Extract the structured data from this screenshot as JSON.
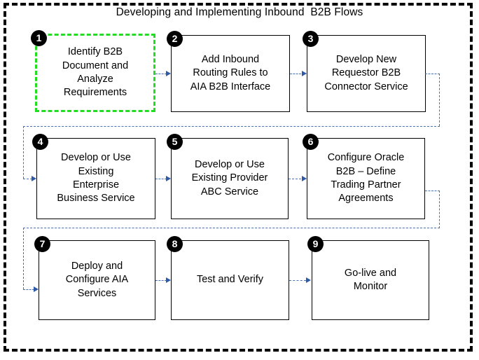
{
  "diagram": {
    "title": "Developing and Implementing Inbound  B2B Flows",
    "type": "flowchart",
    "colors": {
      "frame": "#000000",
      "box_border": "#000000",
      "highlight_border": "#22dd22",
      "connector": "#4a6fb0",
      "badge_fill": "#000000",
      "badge_text": "#ffffff",
      "background": "#ffffff"
    },
    "steps": [
      {
        "number": "1",
        "label": "Identify B2B\nDocument and\nAnalyze\nRequirements",
        "highlighted": true
      },
      {
        "number": "2",
        "label": "Add Inbound\nRouting Rules to\nAIA B2B Interface",
        "highlighted": false
      },
      {
        "number": "3",
        "label": "Develop New\nRequestor B2B\nConnector Service",
        "highlighted": false
      },
      {
        "number": "4",
        "label": "Develop or Use\nExisting\nEnterprise\nBusiness Service",
        "highlighted": false
      },
      {
        "number": "5",
        "label": "Develop or Use\nExisting Provider\nABC Service",
        "highlighted": false
      },
      {
        "number": "6",
        "label": "Configure Oracle\nB2B – Define\nTrading Partner\nAgreements",
        "highlighted": false
      },
      {
        "number": "7",
        "label": "Deploy and\nConfigure AIA\nServices",
        "highlighted": false
      },
      {
        "number": "8",
        "label": "Test and Verify",
        "highlighted": false
      },
      {
        "number": "9",
        "label": "Go-live and\nMonitor",
        "highlighted": false
      }
    ]
  }
}
